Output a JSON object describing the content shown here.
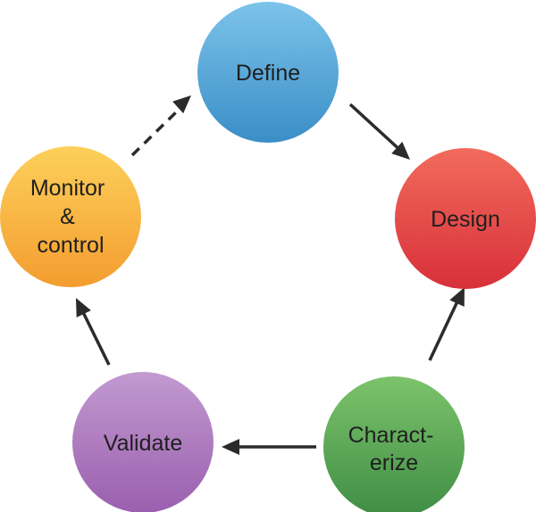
{
  "nodes": {
    "define": {
      "lines": [
        "Define"
      ]
    },
    "design": {
      "lines": [
        "Design"
      ]
    },
    "characterize": {
      "lines": [
        "Charact-",
        "erize"
      ]
    },
    "validate": {
      "lines": [
        "Validate"
      ]
    },
    "monitor": {
      "lines": [
        "Monitor",
        "&",
        "control"
      ]
    }
  },
  "colors": {
    "define": [
      "#7cc3ea",
      "#3a8ec7"
    ],
    "design": [
      "#f26b5c",
      "#d8303a"
    ],
    "characterize": [
      "#7cc36b",
      "#3f8d45"
    ],
    "validate": [
      "#c29ad0",
      "#9a5fae"
    ],
    "monitor": [
      "#fdd05b",
      "#f39d2f"
    ],
    "arrow": "#2b2b2b"
  },
  "arrows": [
    {
      "from": "define",
      "to": "design",
      "style": "solid"
    },
    {
      "from": "characterize",
      "to": "design",
      "style": "solid"
    },
    {
      "from": "characterize",
      "to": "validate",
      "style": "solid"
    },
    {
      "from": "validate",
      "to": "monitor",
      "style": "solid"
    },
    {
      "from": "monitor",
      "to": "define",
      "style": "dashed"
    }
  ]
}
